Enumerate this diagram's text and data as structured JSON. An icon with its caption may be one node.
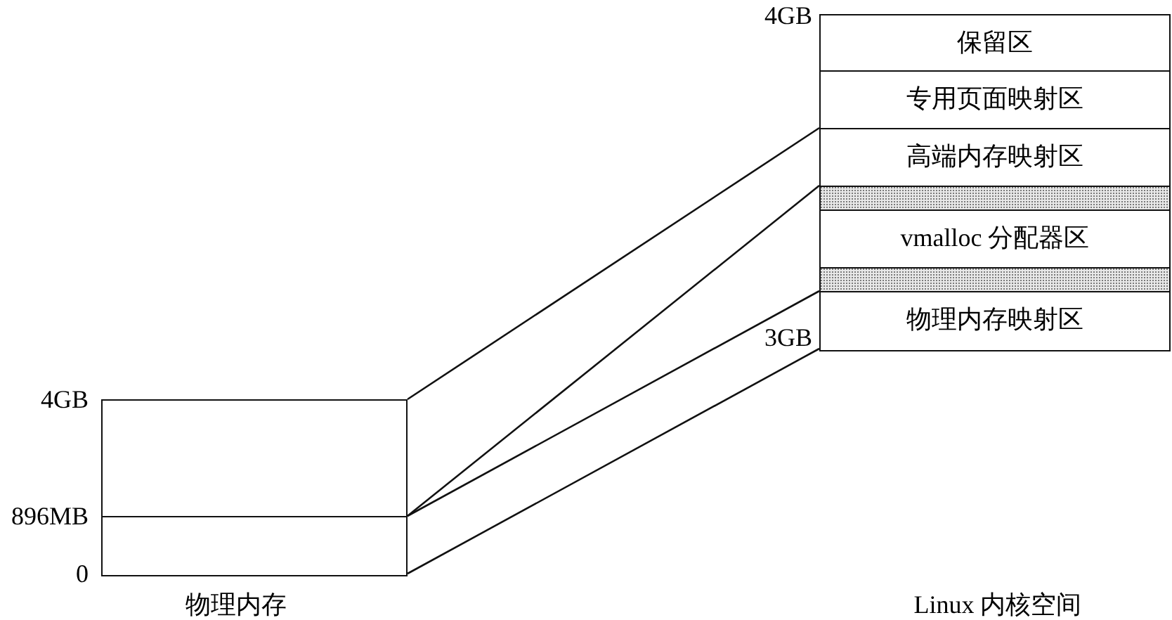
{
  "diagram": {
    "nodes": [
      {
        "text": [
          "保留区"
        ]
      },
      {
        "text": [
          "专用页面映射区"
        ]
      },
      {
        "text": [
          "高端内存映射区"
        ]
      },
      {
        "text": [],
        "shape": "bar"
      },
      {
        "text": [
          "vmalloc 分配器区"
        ]
      },
      {
        "text": [],
        "shape": "bar"
      },
      {
        "text": [
          "物理内存映射区"
        ]
      },
      {
        "text": [],
        "shape": "box"
      },
      {
        "text": [],
        "shape": "box"
      }
    ],
    "edges": [
      {
        "from": 7,
        "to": 2,
        "arrow": "none"
      },
      {
        "from": 7,
        "to": 2,
        "arrow": "none"
      },
      {
        "from": 8,
        "to": 6,
        "arrow": "none"
      },
      {
        "from": 8,
        "to": 6,
        "arrow": "none"
      }
    ],
    "labels": [
      "4GB",
      "3GB",
      "4GB",
      "896MB",
      "0",
      "物理内存",
      "Linux 内核空间"
    ]
  }
}
